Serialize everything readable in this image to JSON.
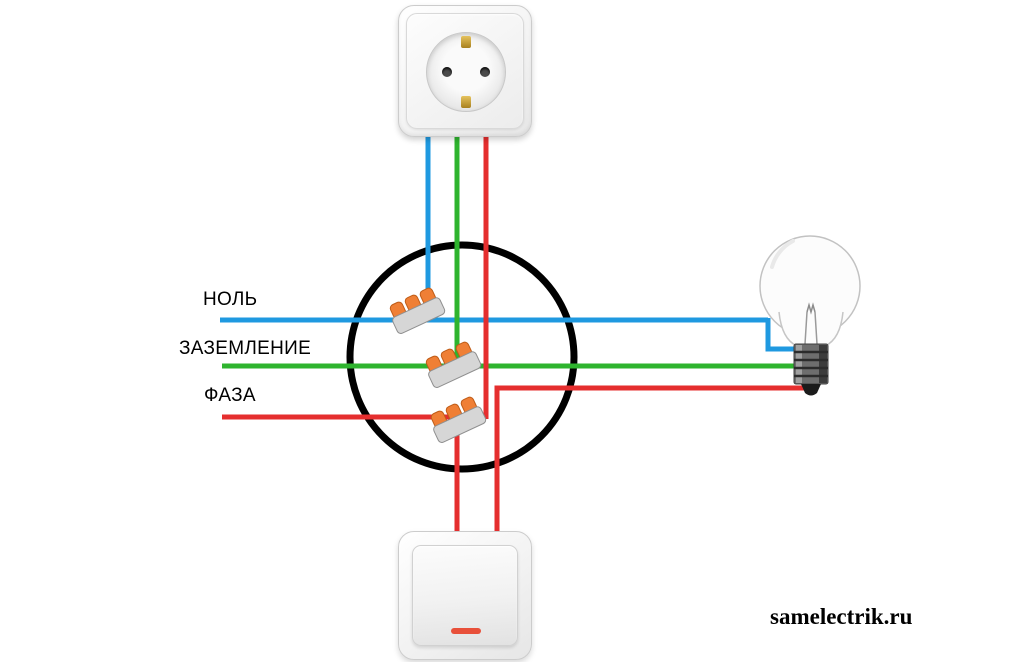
{
  "diagram": {
    "labels": {
      "neutral": "НОЛЬ",
      "ground": "ЗАЗЕМЛЕНИЕ",
      "phase": "ФАЗА"
    },
    "watermark": "samelectrik.ru",
    "colors": {
      "neutral": "#1f99e0",
      "ground": "#2eb42e",
      "phase": "#e52e2e",
      "outline": "#000000",
      "connector_body": "#d6d6d6",
      "connector_lever": "#ef7f35",
      "switch_indicator": "#e8503a"
    },
    "components": [
      "power-socket",
      "junction-box",
      "wago-connectors",
      "light-bulb",
      "light-switch"
    ]
  }
}
